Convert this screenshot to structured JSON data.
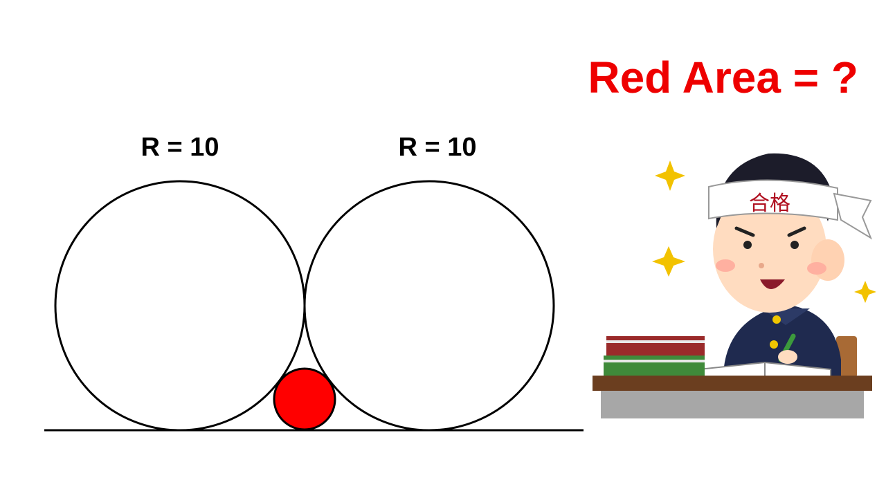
{
  "title": "Red Area = ?",
  "circles": [
    {
      "label": "R = 10",
      "radius": 10
    },
    {
      "label": "R = 10",
      "radius": 10
    }
  ],
  "headband_text": "合格",
  "colors": {
    "title": "#ee0000",
    "red_circle": "#ff0000",
    "stroke": "#000000"
  },
  "illustration": "student-studying-at-desk-with-headband"
}
